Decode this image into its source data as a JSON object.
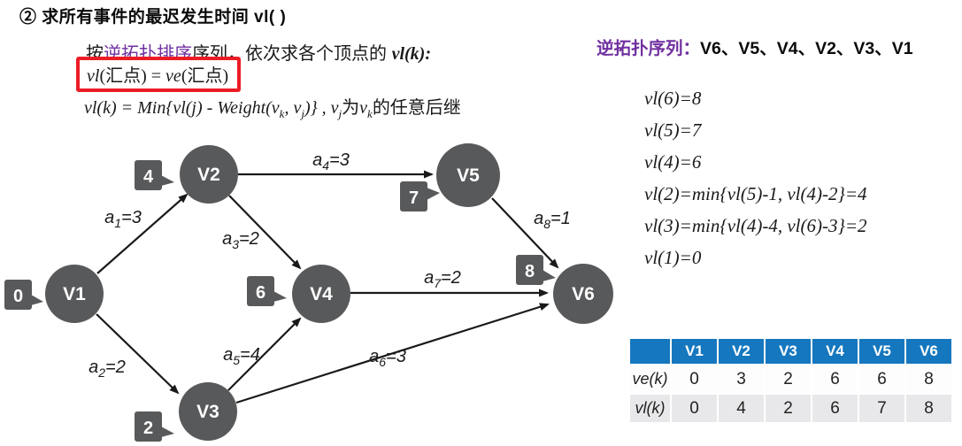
{
  "title": "② 求所有事件的最迟发生时间 vl( )",
  "intro": {
    "pre": "按",
    "highlight": "逆拓扑排序",
    "mid": "序列，依次求各个顶点的 ",
    "math": "vl(k):"
  },
  "boxed_formula": {
    "m1": "vl",
    "t1": "(汇点)",
    "eq": " = ",
    "m2": "ve",
    "t2": "(汇点)"
  },
  "formula": {
    "main1": "vl(k) = Min{vl(j) - Weight(v",
    "sub1": "k",
    "main2": ", v",
    "sub2": "j",
    "main3": ")} , v",
    "sub3": "j",
    "cjk1": "为",
    "main4": "v",
    "sub4": "k",
    "cjk2": "的任意后继"
  },
  "topo": {
    "label": "逆拓扑序列：",
    "value": "V6、V5、V4、V2、V3、V1"
  },
  "equations": [
    "vl(6)=8",
    "vl(5)=7",
    "vl(4)=6",
    "vl(2)=min{vl(5)-1, vl(4)-2}=4",
    "vl(3)=min{vl(4)-4, vl(6)-3}=2",
    "vl(1)=0"
  ],
  "graph": {
    "nodes": [
      {
        "label": "V1",
        "badge": "0"
      },
      {
        "label": "V2",
        "badge": "4"
      },
      {
        "label": "V3",
        "badge": "2"
      },
      {
        "label": "V4",
        "badge": "6"
      },
      {
        "label": "V5",
        "badge": "7"
      },
      {
        "label": "V6",
        "badge": "8"
      }
    ],
    "edges": [
      {
        "base": "a",
        "sub": "1",
        "eq": "=3",
        "from": "V1",
        "to": "V2"
      },
      {
        "base": "a",
        "sub": "2",
        "eq": "=2",
        "from": "V1",
        "to": "V3"
      },
      {
        "base": "a",
        "sub": "3",
        "eq": "=2",
        "from": "V2",
        "to": "V4"
      },
      {
        "base": "a",
        "sub": "4",
        "eq": "=3",
        "from": "V2",
        "to": "V5"
      },
      {
        "base": "a",
        "sub": "5",
        "eq": "=4",
        "from": "V3",
        "to": "V4"
      },
      {
        "base": "a",
        "sub": "6",
        "eq": "=3",
        "from": "V3",
        "to": "V6"
      },
      {
        "base": "a",
        "sub": "7",
        "eq": "=2",
        "from": "V4",
        "to": "V6"
      },
      {
        "base": "a",
        "sub": "8",
        "eq": "=1",
        "from": "V5",
        "to": "V6"
      }
    ]
  },
  "table": {
    "headers": [
      "",
      "V1",
      "V2",
      "V3",
      "V4",
      "V5",
      "V6"
    ],
    "rows": [
      {
        "label": "ve(k)",
        "values": [
          "0",
          "3",
          "2",
          "6",
          "6",
          "8"
        ]
      },
      {
        "label": "vl(k)",
        "values": [
          "0",
          "4",
          "2",
          "6",
          "7",
          "8"
        ]
      }
    ]
  },
  "colors": {
    "purple": "#7030A0",
    "red_box": "#EC1C24",
    "node_gray": "#58595B",
    "table_header_blue": "#1577BE",
    "table_alt_row": "#E8E8EA"
  }
}
